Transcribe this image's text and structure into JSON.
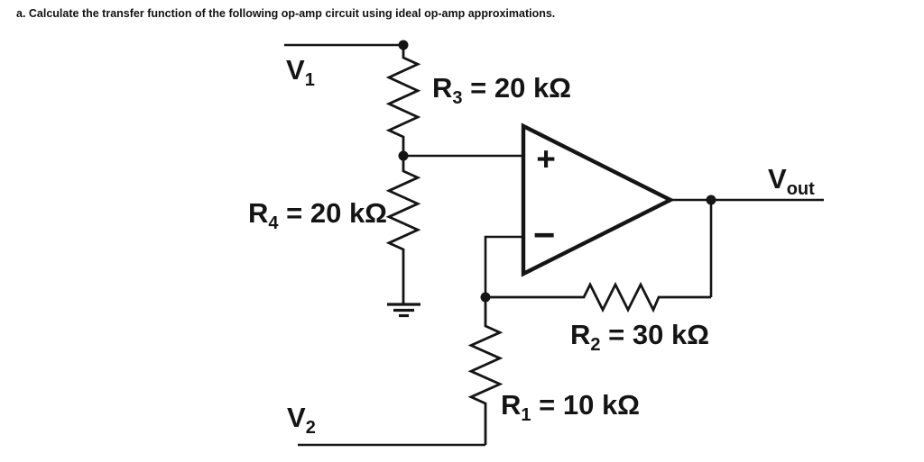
{
  "page": {
    "heading": "a. Calculate the transfer function of the following op-amp circuit using ideal op-amp approximations.",
    "background": "#ffffff",
    "ink": "#151515"
  },
  "labels": {
    "v1": {
      "base": "V",
      "sub": "1",
      "rest": ""
    },
    "v2": {
      "base": "V",
      "sub": "2",
      "rest": ""
    },
    "vout": {
      "base": "V",
      "sub": "out",
      "rest": ""
    },
    "r3": {
      "base": "R",
      "sub": "3",
      "rest": " = 20 kΩ"
    },
    "r4": {
      "base": "R",
      "sub": "4",
      "rest": " = 20 kΩ"
    },
    "r2": {
      "base": "R",
      "sub": "2",
      "rest": " = 30 kΩ"
    },
    "r1": {
      "base": "R",
      "sub": "1",
      "rest": " = 10 kΩ"
    }
  },
  "opamp": {
    "plus": "+",
    "minus": "−"
  },
  "components": {
    "resistors": [
      {
        "name": "R3",
        "value": "20 kΩ",
        "orientation": "vertical"
      },
      {
        "name": "R4",
        "value": "20 kΩ",
        "orientation": "vertical"
      },
      {
        "name": "R2",
        "value": "30 kΩ",
        "orientation": "horizontal"
      },
      {
        "name": "R1",
        "value": "10 kΩ",
        "orientation": "vertical"
      }
    ],
    "sources": [
      "V1",
      "V2"
    ],
    "output": "Vout",
    "has_ground": true
  }
}
